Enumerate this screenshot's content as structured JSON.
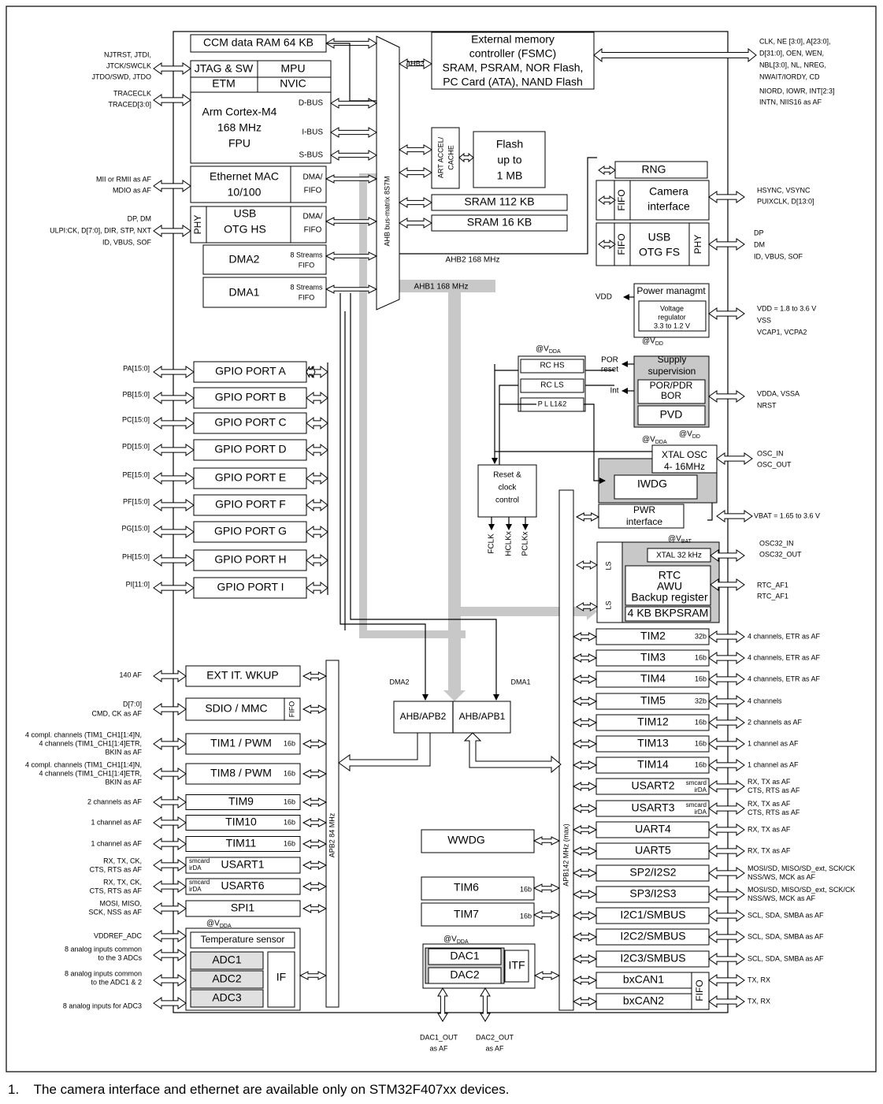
{
  "blocks": {
    "ccm": "CCM data RAM 64 KB",
    "jtag": "JTAG & SW",
    "mpu": "MPU",
    "etm": "ETM",
    "nvic": "NVIC",
    "cortex": [
      "Arm Cortex-M4",
      "168 MHz",
      "FPU"
    ],
    "dbus": "D-BUS",
    "ibus": "I-BUS",
    "sbus": "S-BUS",
    "eth_mac": [
      "Ethernet MAC",
      "10/100"
    ],
    "dma_fifo": [
      "DMA/",
      "FIFO"
    ],
    "usb_hs": [
      "USB",
      "OTG HS"
    ],
    "phy": "PHY",
    "dma2": "DMA2",
    "dma1": "DMA1",
    "streams": [
      "8 Streams",
      "FIFO"
    ],
    "fsmc": [
      "External memory",
      "controller (FSMC)",
      "SRAM, PSRAM, NOR Flash,",
      "PC Card (ATA), NAND Flash"
    ],
    "ahb3": "AHB3",
    "bus_matrix": "AHB bus-matrix 8S7M",
    "art": [
      "ART ACCEL/",
      "CACHE"
    ],
    "flash": [
      "Flash",
      "up to",
      "1 MB"
    ],
    "sram112": "SRAM 112 KB",
    "sram16": "SRAM 16 KB",
    "ahb2": "AHB2 168 MHz",
    "ahb1": "AHB1 168 MHz",
    "rng": "RNG",
    "fifo": "FIFO",
    "camera": [
      "Camera",
      "interface"
    ],
    "usb_fs": [
      "USB",
      "OTG FS"
    ],
    "power": "Power managmt",
    "vreg": [
      "Voltage",
      "regulator",
      "3.3 to 1.2 V"
    ],
    "vdd": "VDD",
    "at_vdd": "@V",
    "sub_dd": "DD",
    "sub_dda": "DDA",
    "sub_bat": "BAT",
    "rc_hs": "RC  HS",
    "rc_ls": "RC  LS",
    "pll": "P L L1&2",
    "por_reset": [
      "POR",
      "reset"
    ],
    "int": "Int",
    "supply": [
      "Supply",
      "supervision"
    ],
    "por_pdr": [
      "POR/PDR",
      "BOR"
    ],
    "pvd": "PVD",
    "reset_clock": [
      "Reset &",
      "clock",
      "control"
    ],
    "fclk": "FCLK",
    "hclk": "HCLKx",
    "pclk": "PCLKx",
    "xtal_osc": [
      "XTAL OSC",
      "4- 16MHz"
    ],
    "iwdg": "IWDG",
    "pwr": [
      "PWR",
      "interface"
    ],
    "xtal32": "XTAL 32 kHz",
    "rtc": [
      "RTC",
      "AWU",
      "Backup register"
    ],
    "bkpsram": "4 KB BKPSRAM",
    "ls": "LS",
    "gpio": [
      "GPIO PORT A",
      "GPIO PORT B",
      "GPIO PORT C",
      "GPIO PORT D",
      "GPIO PORT E",
      "GPIO PORT F",
      "GPIO PORT G",
      "GPIO PORT H",
      "GPIO PORT I"
    ],
    "ext_it": "EXT IT. WKUP",
    "sdio": "SDIO / MMC",
    "apb2_left": [
      {
        "name": "TIM1 / PWM",
        "bits": "16b"
      },
      {
        "name": "TIM8 / PWM",
        "bits": "16b"
      },
      {
        "name": "TIM9",
        "bits": "16b"
      },
      {
        "name": "TIM10",
        "bits": "16b"
      },
      {
        "name": "TIM11",
        "bits": "16b"
      }
    ],
    "smcard": [
      "smcard",
      "irDA"
    ],
    "usart1": "USART1",
    "usart6": "USART6",
    "spi1": "SPI1",
    "temp": "Temperature sensor",
    "adcs": [
      "ADC1",
      "ADC2",
      "ADC3"
    ],
    "if": "IF",
    "apb2_bus": "APB2 84 MHz",
    "apb1_bus": "APB142  MHz (max)",
    "ahb_apb2": "AHB/APB2",
    "ahb_apb1": "AHB/APB1",
    "dma2_lbl": "DMA2",
    "dma1_lbl": "DMA1",
    "wwdg": "WWDG",
    "tim6": {
      "name": "TIM6",
      "bits": "16b"
    },
    "tim7": {
      "name": "TIM7",
      "bits": "16b"
    },
    "dac": [
      "DAC1",
      "DAC2"
    ],
    "itf": "ITF",
    "apb1_right": [
      {
        "name": "TIM2",
        "bits": "32b"
      },
      {
        "name": "TIM3",
        "bits": "16b"
      },
      {
        "name": "TIM4",
        "bits": "16b"
      },
      {
        "name": "TIM5",
        "bits": "32b"
      },
      {
        "name": "TIM12",
        "bits": "16b"
      },
      {
        "name": "TIM13",
        "bits": "16b"
      },
      {
        "name": "TIM14",
        "bits": "16b"
      },
      {
        "name": "USART2",
        "bits": "smcard|irDA"
      },
      {
        "name": "USART3",
        "bits": "smcard|irDA"
      },
      {
        "name": "UART4",
        "bits": ""
      },
      {
        "name": "UART5",
        "bits": ""
      },
      {
        "name": "SP2/I2S2",
        "bits": ""
      },
      {
        "name": "SP3/I2S3",
        "bits": ""
      },
      {
        "name": "I2C1/SMBUS",
        "bits": ""
      },
      {
        "name": "I2C2/SMBUS",
        "bits": ""
      },
      {
        "name": "I2C3/SMBUS",
        "bits": ""
      },
      {
        "name": "bxCAN1",
        "bits": ""
      },
      {
        "name": "bxCAN2",
        "bits": ""
      }
    ]
  },
  "pins_left": {
    "jtag": [
      "NJTRST, JTDI,",
      "JTCK/SWCLK",
      "JTDO/SWD, JTDO"
    ],
    "trace": [
      "TRACECLK",
      "TRACED[3:0]"
    ],
    "mii": [
      "MII or RMII as AF",
      "MDIO as AF"
    ],
    "usbhs": [
      "DP, DM",
      "ULPI:CK, D[7:0], DIR, STP, NXT",
      "ID, VBUS, SOF"
    ],
    "gpio": [
      "PA[15:0]",
      "PB[15:0]",
      "PC[15:0]",
      "PD[15:0]",
      "PE[15:0]",
      "PF[15:0]",
      "PG[15:0]",
      "PH[15:0]",
      "PI[11:0]"
    ],
    "extit": "140 AF",
    "sdio": [
      "D[7:0]",
      "CMD, CK as AF"
    ],
    "tim1": [
      "4 compl. channels (TIM1_CH1[1:4]N,",
      "4 channels (TIM1_CH1[1:4]ETR,",
      "BKIN as AF"
    ],
    "tim8": [
      "4 compl. channels (TIM1_CH1[1:4]N,",
      "4 channels (TIM1_CH1[1:4]ETR,",
      "BKIN as AF"
    ],
    "tim9": "2 channels as AF",
    "tim10": "1 channel as AF",
    "tim11": "1 channel as AF",
    "usart1": [
      "RX, TX, CK,",
      "CTS, RTS as AF"
    ],
    "usart6": [
      "RX, TX, CK,",
      "CTS, RTS as AF"
    ],
    "spi1": [
      "MOSI, MISO,",
      "SCK, NSS as AF"
    ],
    "vddref": "VDDREF_ADC",
    "adc12": [
      "8 analog inputs common",
      "to the 3 ADCs"
    ],
    "adc2": [
      "8 analog inputs common",
      "to the ADC1 & 2"
    ],
    "adc3": "8 analog inputs for ADC3"
  },
  "pins_right": {
    "fsmc": [
      "CLK, NE [3:0], A[23:0],",
      "D[31:0], OEN, WEN,",
      "NBL[3:0], NL, NREG,",
      "NWAIT/IORDY, CD",
      "NIORD, IOWR, INT[2:3]",
      "INTN, NIIS16 as AF"
    ],
    "camera": [
      "HSYNC, VSYNC",
      "PUIXCLK, D[13:0]"
    ],
    "usbfs": [
      "DP",
      "DM",
      "ID, VBUS, SOF"
    ],
    "power": [
      "VDD = 1.8 to 3.6 V",
      "VSS",
      "VCAP1, VCPA2"
    ],
    "supply": [
      "VDDA, VSSA",
      "NRST"
    ],
    "osc": [
      "OSC_IN",
      "OSC_OUT"
    ],
    "vbat": "VBAT = 1.65 to 3.6 V",
    "osc32": [
      "OSC32_IN",
      "OSC32_OUT"
    ],
    "rtcaf": [
      "RTC_AF1",
      "RTC_AF1"
    ],
    "apb1": [
      [
        "4 channels, ETR as AF"
      ],
      [
        "4 channels, ETR as AF"
      ],
      [
        "4 channels, ETR as AF"
      ],
      [
        "4 channels"
      ],
      [
        "2 channels as AF"
      ],
      [
        "1 channel as AF"
      ],
      [
        "1 channel as AF"
      ],
      [
        "RX, TX as AF",
        "CTS, RTS as AF"
      ],
      [
        "RX, TX as AF",
        "CTS, RTS as AF"
      ],
      [
        "RX, TX as AF"
      ],
      [
        "RX, TX as AF"
      ],
      [
        "MOSI/SD, MISO/SD_ext, SCK/CK",
        "NSS/WS, MCK as AF"
      ],
      [
        "MOSI/SD, MISO/SD_ext, SCK/CK",
        "NSS/WS, MCK as AF"
      ],
      [
        "SCL, SDA, SMBA as AF"
      ],
      [
        "SCL, SDA, SMBA as AF"
      ],
      [
        "SCL, SDA, SMBA as AF"
      ],
      [
        "TX, RX"
      ],
      [
        "TX, RX"
      ]
    ]
  },
  "pins_bottom": {
    "dac1": [
      "DAC1_OUT",
      "as AF"
    ],
    "dac2": [
      "DAC2_OUT",
      "as AF"
    ]
  },
  "footnote": {
    "number": "1.",
    "text": "The camera interface and ethernet are available only on STM32F407xx devices."
  },
  "colors": {
    "line": "#000000",
    "bus_gray": "#c8c8c8",
    "block_gray": "#c8c8c8"
  }
}
